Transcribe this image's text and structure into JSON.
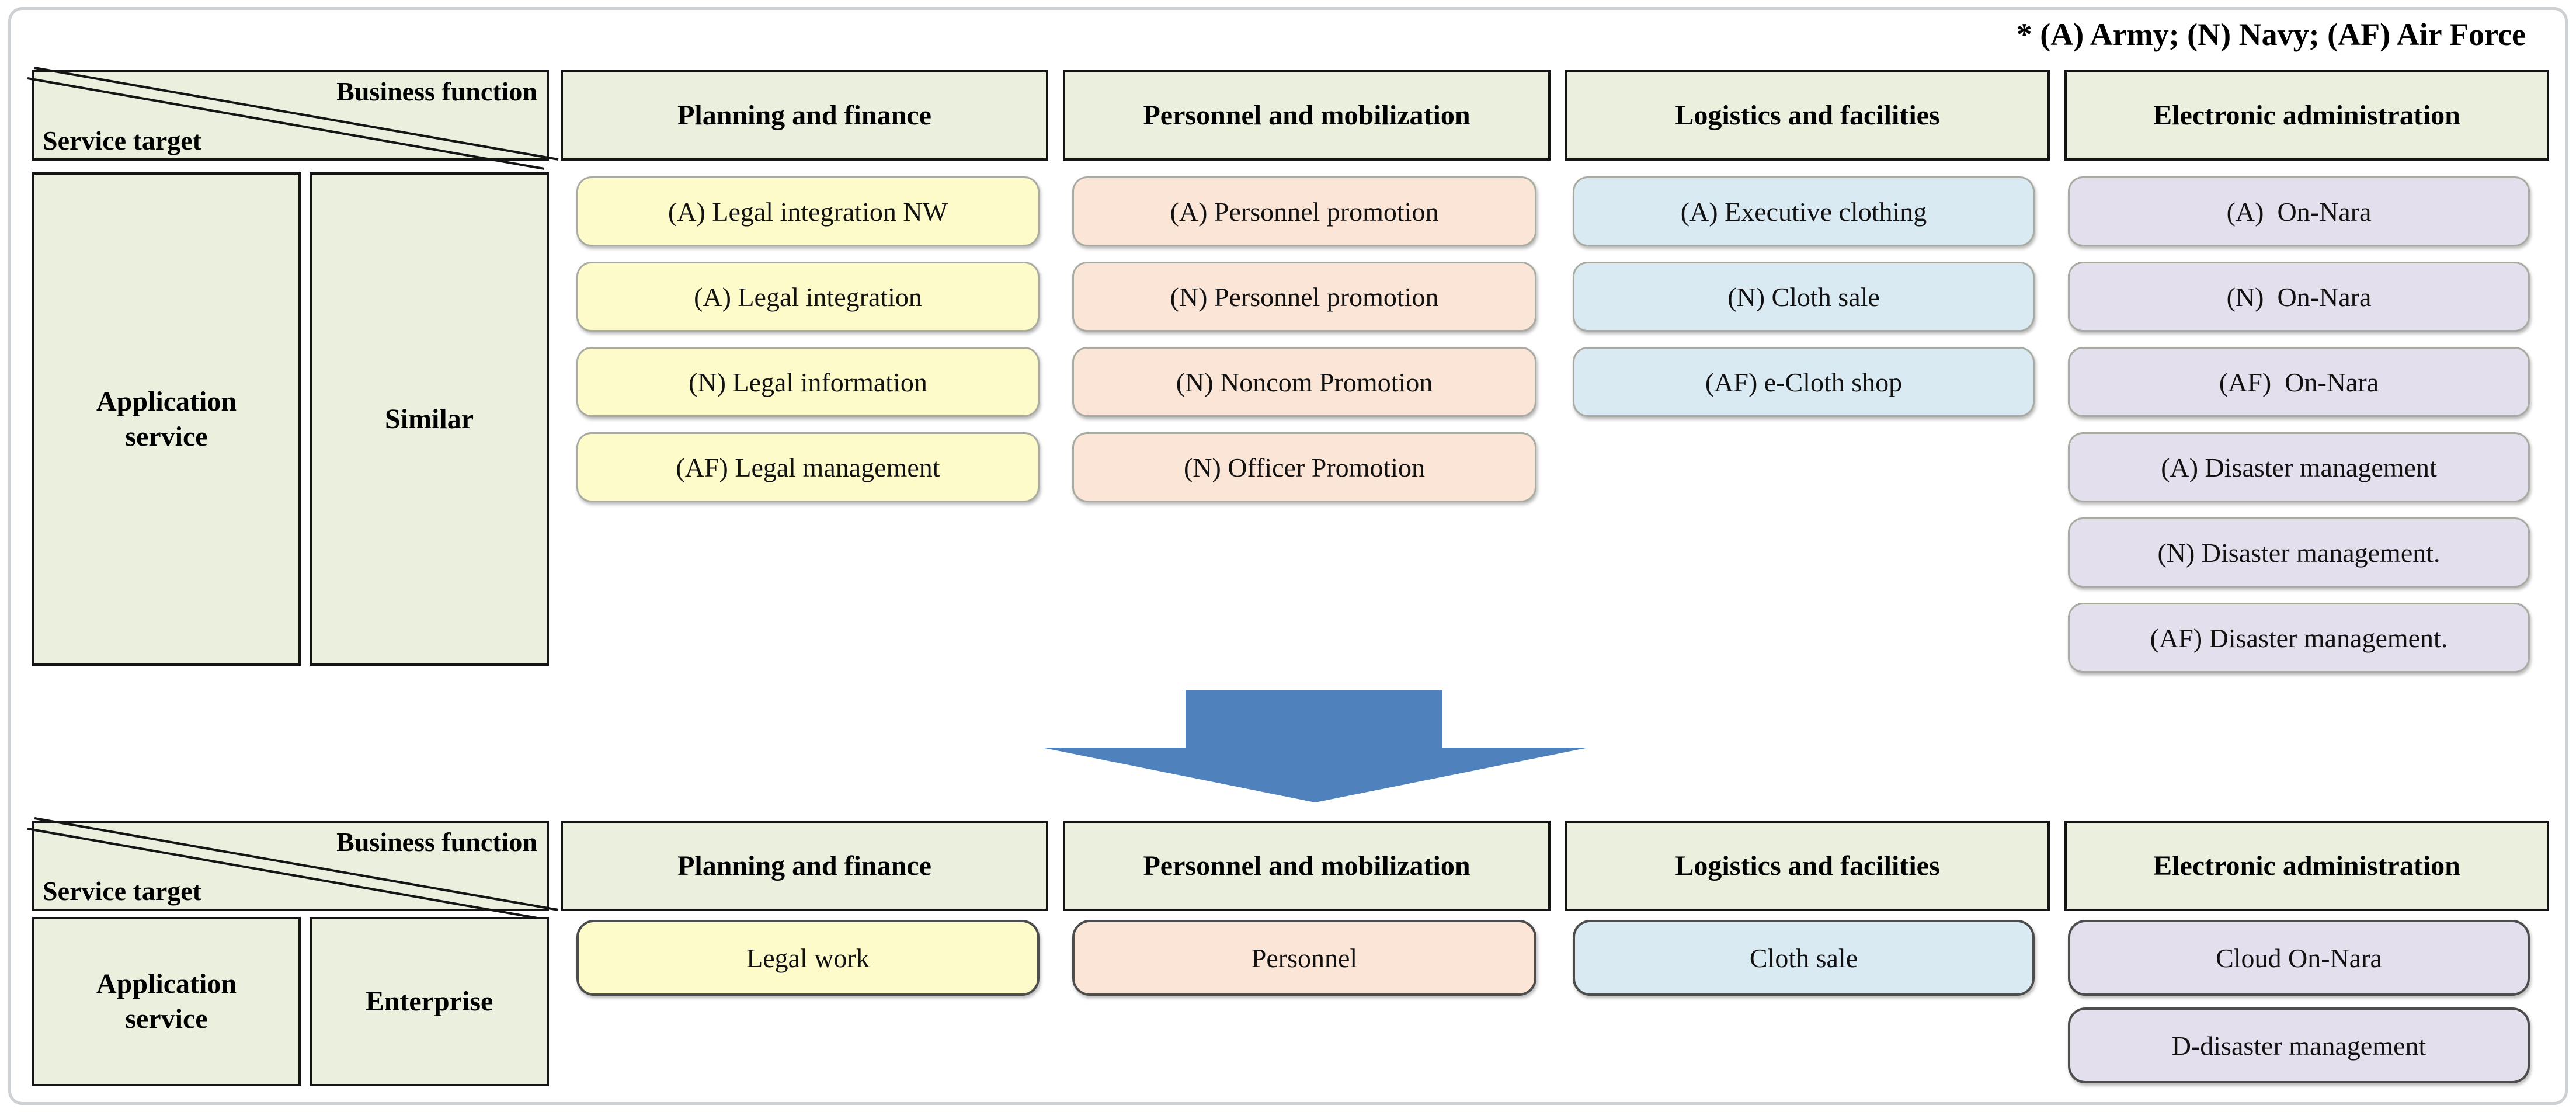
{
  "note": "* (A) Army; (N) Navy; (AF) Air Force",
  "colors": {
    "cell_bg": "#ebf0de",
    "cell_border": "#141414",
    "yellow": "#fdfbc9",
    "peach": "#fbe5d6",
    "blue": "#daeaf3",
    "purple": "#e4dfec",
    "arrow": "#4f81bd",
    "frame_border": "#cdd1d4"
  },
  "tables": {
    "top": {
      "corner": {
        "business_function": "Business function",
        "service_target": "Service target"
      },
      "row_labels": [
        "Application service",
        "Similar"
      ],
      "columns": [
        {
          "header": "Planning and finance",
          "color_key": "yellow",
          "items": [
            "(A) Legal integration NW",
            "(A) Legal integration",
            "(N) Legal information",
            "(AF) Legal management"
          ]
        },
        {
          "header": "Personnel and mobilization",
          "color_key": "peach",
          "items": [
            "(A) Personnel promotion",
            "(N) Personnel promotion",
            "(N) Noncom Promotion",
            "(N) Officer Promotion"
          ]
        },
        {
          "header": "Logistics and facilities",
          "color_key": "blue",
          "items": [
            "(A) Executive clothing",
            "(N) Cloth sale",
            "(AF) e-Cloth shop"
          ]
        },
        {
          "header": "Electronic administration",
          "color_key": "purple",
          "items": [
            "(A)  On-Nara",
            "(N)  On-Nara",
            "(AF)  On-Nara",
            "(A) Disaster management",
            "(N) Disaster management.",
            "(AF) Disaster management."
          ]
        }
      ]
    },
    "bottom": {
      "corner": {
        "business_function": "Business function",
        "service_target": "Service target"
      },
      "row_labels": [
        "Application service",
        "Enterprise"
      ],
      "columns": [
        {
          "header": "Planning and finance",
          "color_key": "yellow",
          "items": [
            "Legal work"
          ]
        },
        {
          "header": "Personnel and mobilization",
          "color_key": "peach",
          "items": [
            "Personnel"
          ]
        },
        {
          "header": "Logistics and facilities",
          "color_key": "blue",
          "items": [
            "Cloth sale"
          ]
        },
        {
          "header": "Electronic administration",
          "color_key": "purple",
          "items": [
            "Cloud On-Nara",
            "D-disaster management"
          ]
        }
      ]
    }
  }
}
